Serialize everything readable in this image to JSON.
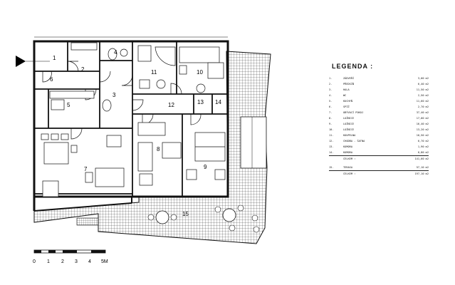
{
  "plan": {
    "room_numbers": [
      "1",
      "2",
      "3",
      "4",
      "5",
      "6",
      "7",
      "8",
      "9",
      "10",
      "11",
      "12",
      "13",
      "14",
      "15"
    ],
    "scale": {
      "ticks": [
        "0",
        "1",
        "2",
        "3",
        "4",
        "5M"
      ]
    }
  },
  "legend": {
    "title": "LEGENDA :",
    "rows": [
      {
        "n": "1.",
        "name": "ZÁDVEŘÍ",
        "area": "3,00 m2"
      },
      {
        "n": "2.",
        "name": "PŘEDSÍŇ",
        "area": "6,40 m2"
      },
      {
        "n": "3.",
        "name": "HALA",
        "area": "11,50 m2"
      },
      {
        "n": "4.",
        "name": "WC",
        "area": "2,50 m2"
      },
      {
        "n": "5.",
        "name": "KUCHYŇ",
        "area": "11,60 m2"
      },
      {
        "n": "6.",
        "name": "SPÍŽ",
        "area": "2,70 m2"
      },
      {
        "n": "7.",
        "name": "OBÝVACÍ POKOJ",
        "area": "37,40 m2"
      },
      {
        "n": "8.",
        "name": "LOŽNICE",
        "area": "17,00 m2"
      },
      {
        "n": "9.",
        "name": "LOŽNICE",
        "area": "16,40 m2"
      },
      {
        "n": "10.",
        "name": "LOŽNICE",
        "area": "13,20 m2"
      },
      {
        "n": "11.",
        "name": "KOUPELNA",
        "area": "10,50 m2"
      },
      {
        "n": "12.",
        "name": "CHODBA - ŠATNA",
        "area": "6,70 m2"
      },
      {
        "n": "13.",
        "name": "KOMORA",
        "area": "1,90 m2"
      },
      {
        "n": "14.",
        "name": "KOMORA",
        "area": "0,80 m2"
      }
    ],
    "subtotal": {
      "label": "CELKEM :",
      "area": "141,60 m2"
    },
    "terrace": {
      "n": "15.",
      "name": "TERASA",
      "area": "57,10 m2"
    },
    "total": {
      "label": "CELKEM :",
      "area": "197,10 m2"
    }
  }
}
